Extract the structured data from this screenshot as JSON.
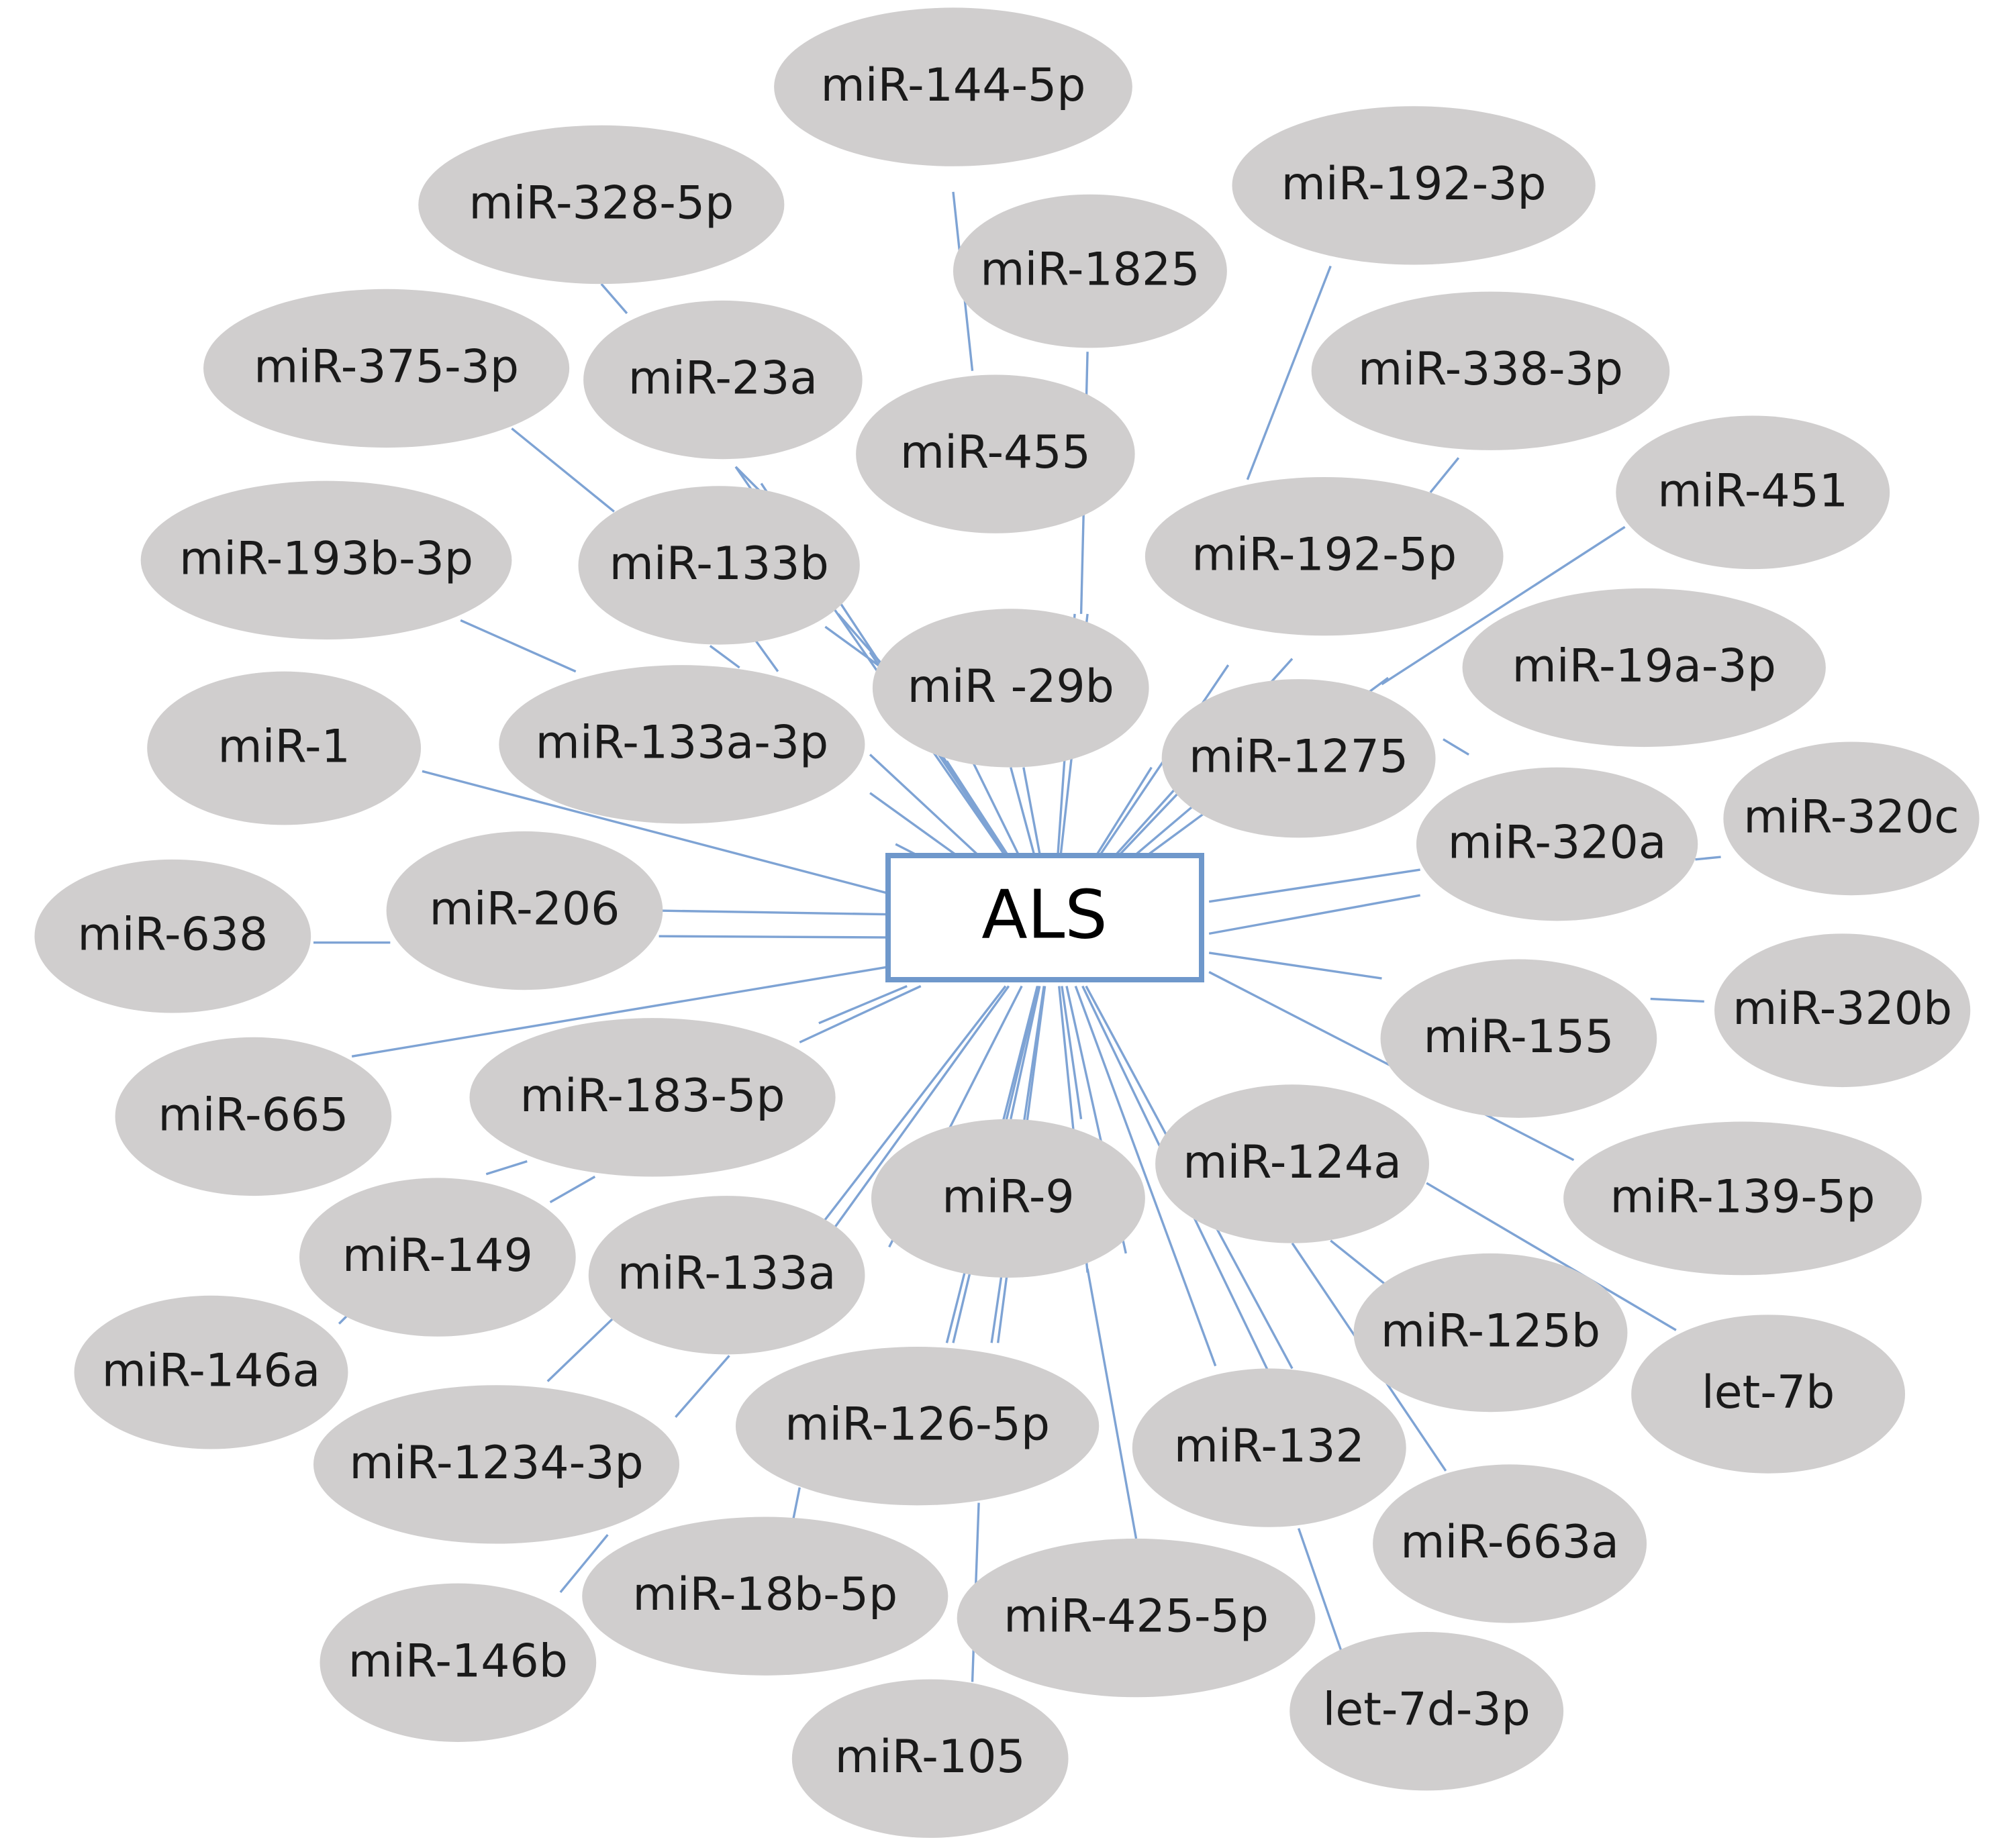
{
  "hub": {
    "label": "ALS"
  },
  "nodes": [
    {
      "id": "miR-144-5p",
      "label": "miR-144-5p"
    },
    {
      "id": "miR-328-5p",
      "label": "miR-328-5p"
    },
    {
      "id": "miR-192-3p",
      "label": "miR-192-3p"
    },
    {
      "id": "miR-1825",
      "label": "miR-1825"
    },
    {
      "id": "miR-375-3p",
      "label": "miR-375-3p"
    },
    {
      "id": "miR-23a",
      "label": "miR-23a"
    },
    {
      "id": "miR-338-3p",
      "label": "miR-338-3p"
    },
    {
      "id": "miR-455",
      "label": "miR-455"
    },
    {
      "id": "miR-451",
      "label": "miR-451"
    },
    {
      "id": "miR-193b-3p",
      "label": "miR-193b-3p"
    },
    {
      "id": "miR-133b",
      "label": "miR-133b"
    },
    {
      "id": "miR-192-5p",
      "label": "miR-192-5p"
    },
    {
      "id": "miR-29b",
      "label": "miR -29b"
    },
    {
      "id": "miR-19a-3p",
      "label": "miR-19a-3p"
    },
    {
      "id": "miR-1",
      "label": "miR-1"
    },
    {
      "id": "miR-133a-3p",
      "label": "miR-133a-3p"
    },
    {
      "id": "miR-1275",
      "label": "miR-1275"
    },
    {
      "id": "miR-320c",
      "label": "miR-320c"
    },
    {
      "id": "miR-320a",
      "label": "miR-320a"
    },
    {
      "id": "miR-638",
      "label": "miR-638"
    },
    {
      "id": "miR-206",
      "label": "miR-206"
    },
    {
      "id": "miR-320b",
      "label": "miR-320b"
    },
    {
      "id": "miR-155",
      "label": "miR-155"
    },
    {
      "id": "miR-665",
      "label": "miR-665"
    },
    {
      "id": "miR-183-5p",
      "label": "miR-183-5p"
    },
    {
      "id": "miR-124a",
      "label": "miR-124a"
    },
    {
      "id": "miR-139-5p",
      "label": "miR-139-5p"
    },
    {
      "id": "miR-9",
      "label": "miR-9"
    },
    {
      "id": "miR-149",
      "label": "miR-149"
    },
    {
      "id": "miR-133a",
      "label": "miR-133a"
    },
    {
      "id": "miR-125b",
      "label": "miR-125b"
    },
    {
      "id": "let-7b",
      "label": "let-7b"
    },
    {
      "id": "miR-146a",
      "label": "miR-146a"
    },
    {
      "id": "miR-126-5p",
      "label": "miR-126-5p"
    },
    {
      "id": "miR-132",
      "label": "miR-132"
    },
    {
      "id": "miR-1234-3p",
      "label": "miR-1234-3p"
    },
    {
      "id": "miR-663a",
      "label": "miR-663a"
    },
    {
      "id": "miR-18b-5p",
      "label": "miR-18b-5p"
    },
    {
      "id": "miR-425-5p",
      "label": "miR-425-5p"
    },
    {
      "id": "miR-146b",
      "label": "miR-146b"
    },
    {
      "id": "let-7d-3p",
      "label": "let-7d-3p"
    },
    {
      "id": "miR-105",
      "label": "miR-105"
    }
  ]
}
